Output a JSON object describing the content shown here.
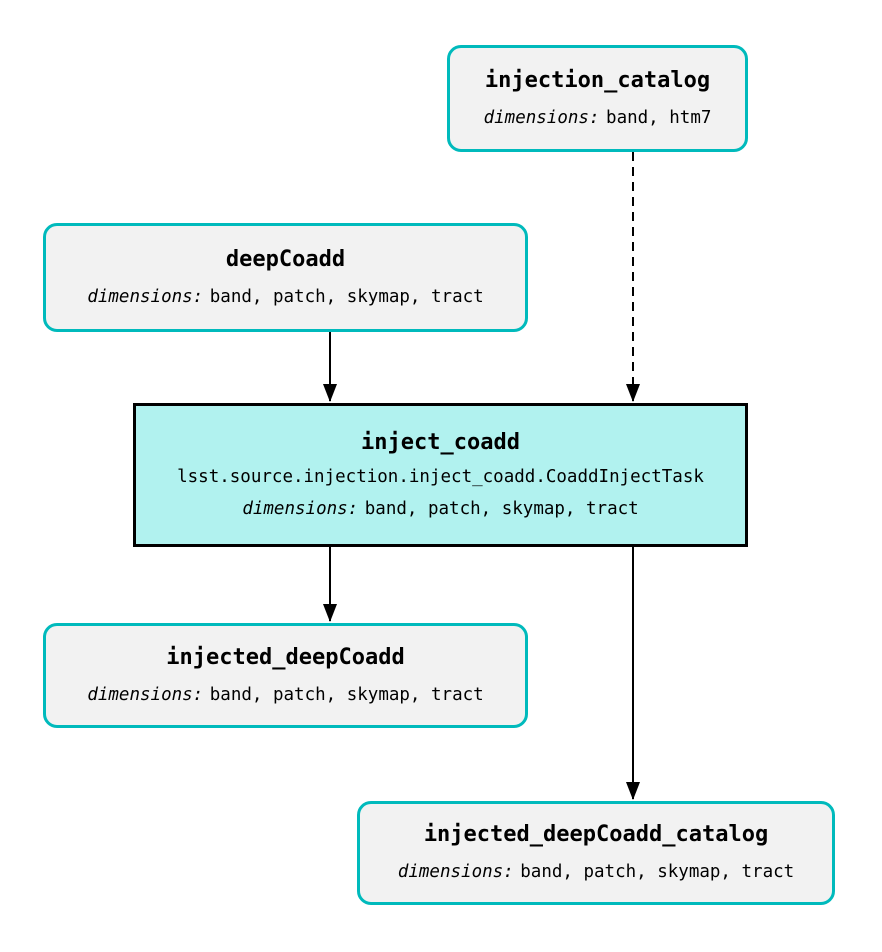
{
  "diagram": {
    "type": "pipeline-task-graph",
    "nodes": {
      "injection_catalog": {
        "title": "injection_catalog",
        "dimensions_label": "dimensions:",
        "dimensions": "band, htm7",
        "kind": "dataset"
      },
      "deepCoadd": {
        "title": "deepCoadd",
        "dimensions_label": "dimensions:",
        "dimensions": "band, patch, skymap, tract",
        "kind": "dataset"
      },
      "inject_coadd": {
        "title": "inject_coadd",
        "task_class": "lsst.source.injection.inject_coadd.CoaddInjectTask",
        "dimensions_label": "dimensions:",
        "dimensions": "band, patch, skymap, tract",
        "kind": "task"
      },
      "injected_deepCoadd": {
        "title": "injected_deepCoadd",
        "dimensions_label": "dimensions:",
        "dimensions": "band, patch, skymap, tract",
        "kind": "dataset"
      },
      "injected_deepCoadd_catalog": {
        "title": "injected_deepCoadd_catalog",
        "dimensions_label": "dimensions:",
        "dimensions": "band, patch, skymap, tract",
        "kind": "dataset"
      }
    },
    "edges": [
      {
        "from": "deepCoadd",
        "to": "inject_coadd",
        "style": "solid"
      },
      {
        "from": "injection_catalog",
        "to": "inject_coadd",
        "style": "dashed"
      },
      {
        "from": "inject_coadd",
        "to": "injected_deepCoadd",
        "style": "solid"
      },
      {
        "from": "inject_coadd",
        "to": "injected_deepCoadd_catalog",
        "style": "solid"
      }
    ],
    "colors": {
      "background": "#FFFFFF",
      "dataset_fill": "#F2F2F2",
      "dataset_border": "#00BABC",
      "task_fill": "#B1F2EF",
      "task_border": "#000000",
      "edge": "#000000",
      "text": "#000000"
    }
  }
}
